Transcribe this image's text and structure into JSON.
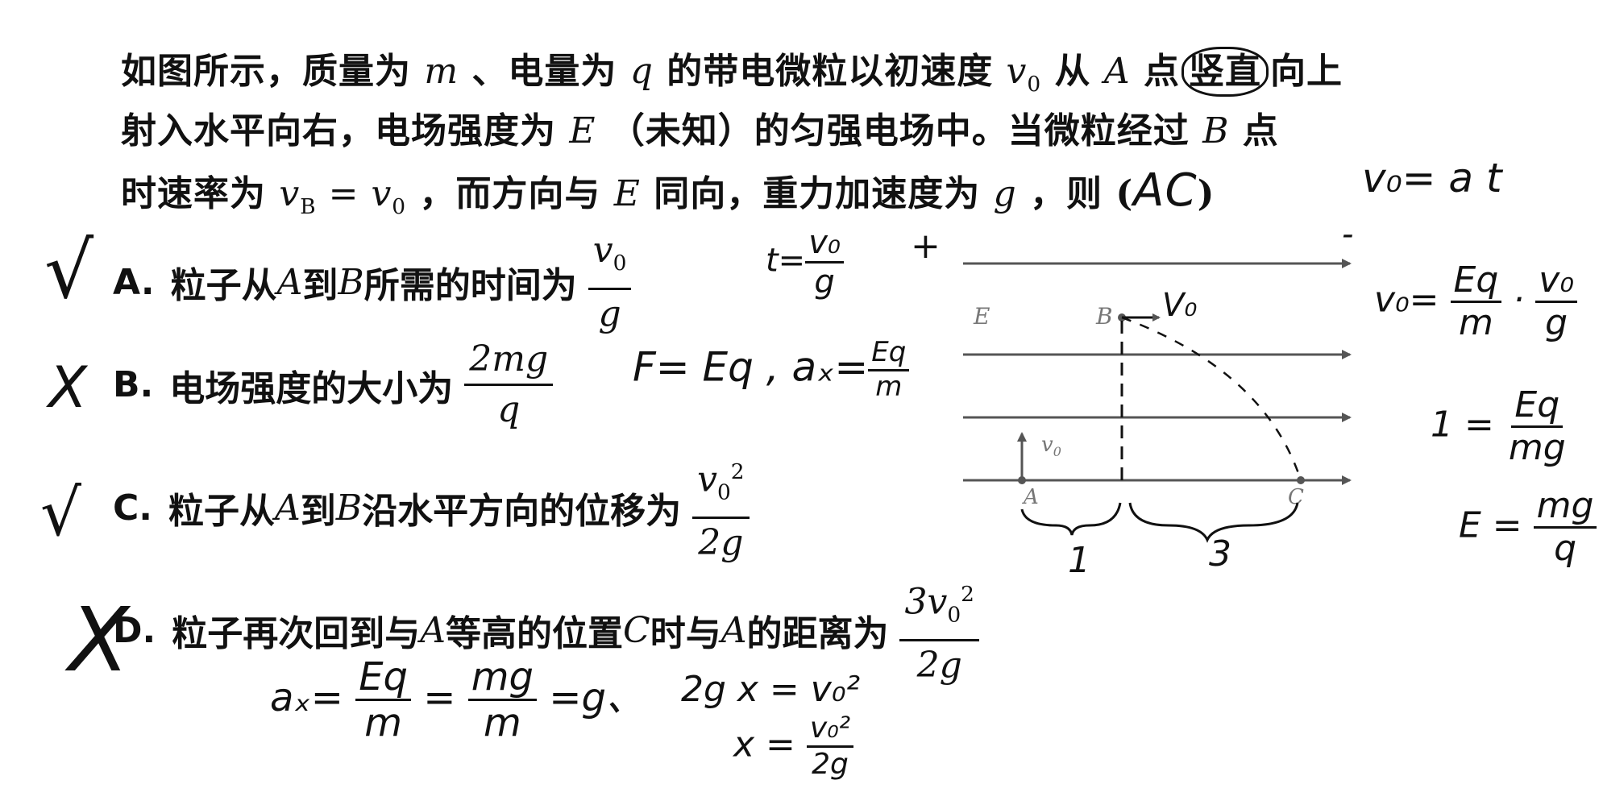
{
  "problem": {
    "line1": {
      "t1": "如图所示，质量为",
      "m": "m",
      "t2": "、电量为",
      "q": "q",
      "t3": "的带电微粒以初速度",
      "v": "v",
      "vsub": "0",
      "t4": "从",
      "A": "A",
      "t5": "点",
      "circled": "竖直",
      "t6": "向上"
    },
    "line2": {
      "t1": "射入水平向右，电场强度为",
      "E": "E",
      "t2": "（未知）的匀强电场中。当微粒经过",
      "B": "B",
      "t3": "点"
    },
    "line3": {
      "t1": "时速率为",
      "vB": "v",
      "vBsub": "B",
      "eq": " = ",
      "v0": "v",
      "v0sub": "0",
      "t2": "，而方向与",
      "E": "E",
      "t3": "同向，重力加速度为",
      "g": "g",
      "t4": "，则 (",
      "answer": "AC",
      "t5": ")"
    }
  },
  "options": [
    {
      "letter": "A.",
      "pre": "粒子从",
      "A": "A",
      "mid": "到",
      "B": "B",
      "post": "所需的时间为",
      "num": "v",
      "numsub": "0",
      "den": "g"
    },
    {
      "letter": "B.",
      "text": "电场强度的大小为",
      "num": "2mg",
      "den": "q"
    },
    {
      "letter": "C.",
      "pre": "粒子从",
      "A": "A",
      "mid": "到",
      "B": "B",
      "post": "沿水平方向的位移为",
      "num": "v",
      "numsub": "0",
      "numsup": "2",
      "den": "2g"
    },
    {
      "letter": "D.",
      "pre": "粒子再次回到与",
      "A": "A",
      "mid": "等高的位置",
      "C": "C",
      "post": "时与",
      "A2": "A",
      "post2": "的距离为",
      "num": "3v",
      "numsub": "0",
      "numsup": "2",
      "den": "2g"
    }
  ],
  "marks": {
    "a": "√",
    "b": "X",
    "c": "√",
    "d": "X"
  },
  "notes": {
    "t_eq": "t=",
    "t_num": "v₀",
    "t_den": "g",
    "plus": "+",
    "force": "F= Eq , aₓ=",
    "force_num": "Eq",
    "force_den": "m",
    "v0_at": "v₀= a t",
    "dash": "-",
    "v0_lhs": "v₀=",
    "v0_n1": "Eq",
    "v0_d1": "m",
    "v0_dot": "·",
    "v0_n2": "v₀",
    "v0_d2": "g",
    "one_lhs": "1 =",
    "one_n": "Eq",
    "one_d": "mg",
    "E_lhs": "E =",
    "E_n": "mg",
    "E_d": "q",
    "ax_lhs": "aₓ=",
    "ax_n1": "Eq",
    "ax_d1": "m",
    "ax_eq": "=",
    "ax_n2": "mg",
    "ax_d2": "m",
    "ax_tail": "=g、",
    "x_eq1": "2g x = v₀²",
    "x_lhs": "x =",
    "x_n": "v₀²",
    "x_d": "2g",
    "seg1": "1",
    "seg2": "3"
  },
  "diagram": {
    "E": "E",
    "B": "B",
    "A": "A",
    "C": "C",
    "v0": "v",
    "v0sub": "0",
    "v0_hand": "V₀"
  }
}
